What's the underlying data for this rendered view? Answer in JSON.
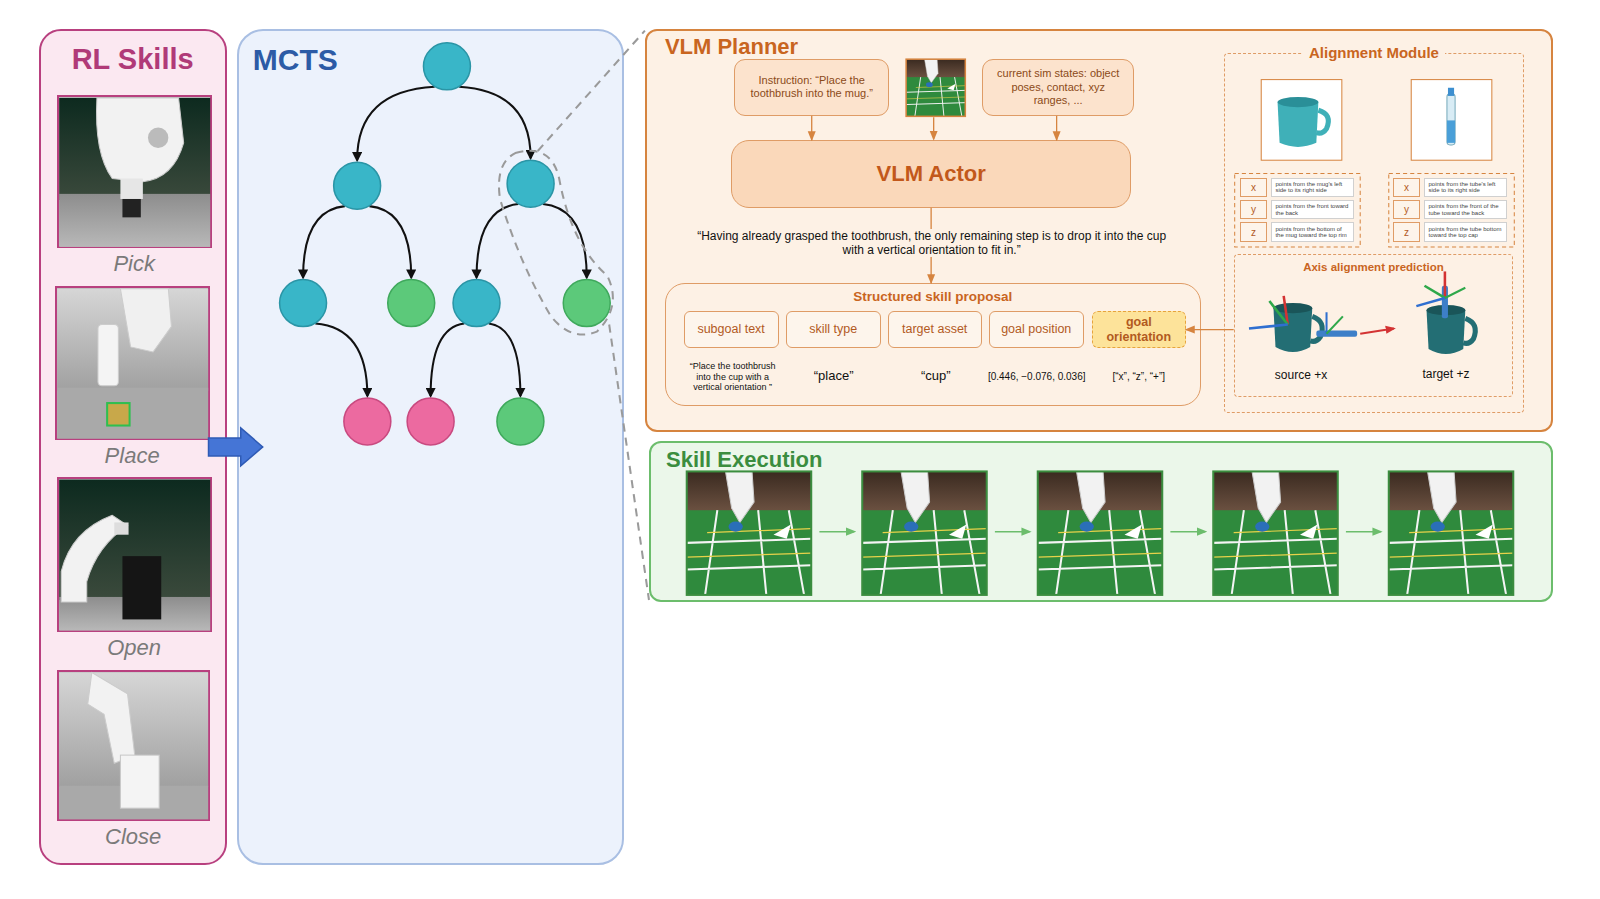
{
  "diagram": {
    "nodes": [
      {
        "text": [
          "RL Skills"
        ]
      },
      {
        "text": [
          "Pick"
        ],
        "in": 0
      },
      {
        "text": [
          "Place"
        ],
        "in": 0
      },
      {
        "text": [
          "Open"
        ],
        "in": 0
      },
      {
        "text": [
          "Close"
        ],
        "in": 0
      },
      {
        "text": [
          "MCTS"
        ]
      },
      {
        "text": [
          "VLM Planner"
        ]
      },
      {
        "text": [
          "Instruction: “Place the toothbrush into the mug.”"
        ],
        "in": 6
      },
      {
        "text": [
          "current sim states: object poses, contact, xyz ranges, ..."
        ],
        "in": 6
      },
      {
        "text": [
          "VLM Actor"
        ],
        "in": 6
      },
      {
        "text": [
          "Structured skill proposal"
        ],
        "in": 6
      },
      {
        "text": [
          "subgoal text"
        ],
        "in": 10
      },
      {
        "text": [
          "skill type"
        ],
        "in": 10
      },
      {
        "text": [
          "target asset"
        ],
        "in": 10
      },
      {
        "text": [
          "goal position"
        ],
        "in": 10
      },
      {
        "text": [
          "goal orientation"
        ],
        "in": 10
      },
      {
        "text": [
          "Alignment Module"
        ],
        "in": 6
      },
      {
        "text": [
          "x"
        ],
        "in": 16
      },
      {
        "text": [
          "points from the mug's left side to its right side"
        ],
        "in": 16
      },
      {
        "text": [
          "y"
        ],
        "in": 16
      },
      {
        "text": [
          "points from the front toward the back"
        ],
        "in": 16
      },
      {
        "text": [
          "z"
        ],
        "in": 16
      },
      {
        "text": [
          "points from the bottom of the mug toward the top rim"
        ],
        "in": 16
      },
      {
        "text": [
          "x"
        ],
        "in": 16
      },
      {
        "text": [
          "points from the tube's left side to its right side"
        ],
        "in": 16
      },
      {
        "text": [
          "y"
        ],
        "in": 16
      },
      {
        "text": [
          "points from the front of the tube toward the back"
        ],
        "in": 16
      },
      {
        "text": [
          "z"
        ],
        "in": 16
      },
      {
        "text": [
          "points from the tube bottom toward the top cap"
        ],
        "in": 16
      },
      {
        "text": [
          "Axis alignment prediction"
        ],
        "in": 16
      },
      {
        "text": [
          "Skill Execution"
        ]
      }
    ],
    "edges": [
      {
        "from": 0,
        "to": 5,
        "arrow": "to"
      },
      {
        "from": 7,
        "to": 9,
        "arrow": "to"
      },
      {
        "from": 8,
        "to": 9,
        "arrow": "to"
      },
      {
        "from": 9,
        "to": 10,
        "arrow": "to",
        "label": "“Having already grasped the toothbrush, the only remaining step is to drop it into the cup with a vertical orientation to fit in.”"
      },
      {
        "from": 29,
        "to": 15,
        "arrow": "to"
      }
    ],
    "labels": [
      "“Place the toothbrush into the cup with a vertical orientation ”",
      "“place”",
      "“cup”",
      "[0.446, −0.076, 0.036]",
      "[“x”, “z”, “+”]",
      "source +x",
      "target +z"
    ]
  }
}
